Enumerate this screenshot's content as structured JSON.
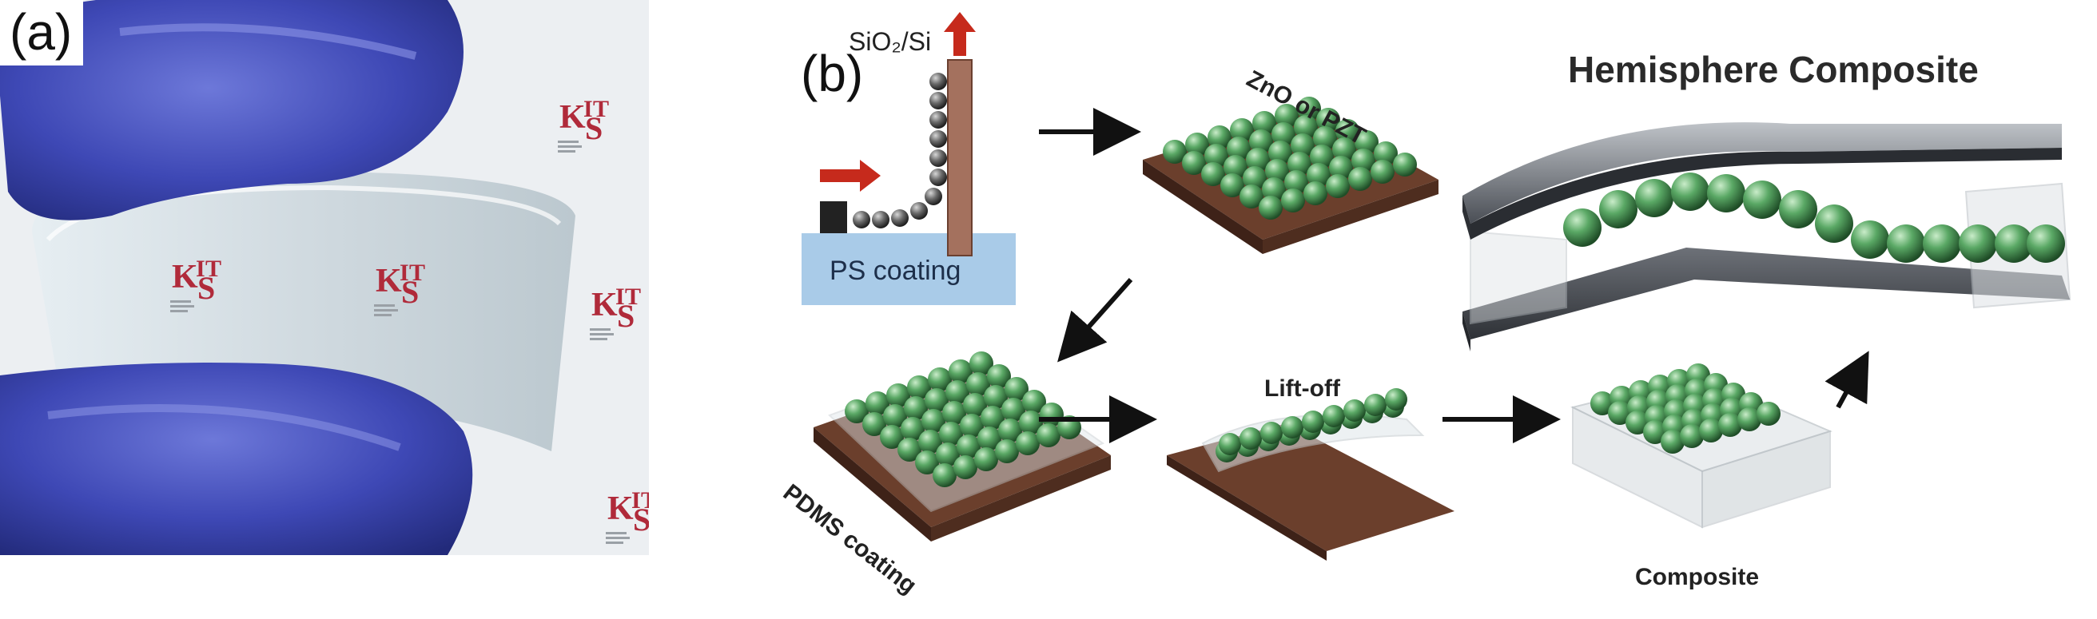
{
  "panel_a": {
    "label": "(a)",
    "logo_text": "KIST"
  },
  "panel_b": {
    "label": "(b)",
    "title": "Hemisphere Composite",
    "labels": {
      "substrate": "SiO₂/Si",
      "ps_coating": "PS coating",
      "material": "ZnO or PZT",
      "pdms_coating": "PDMS coating",
      "lift_off": "Lift-off",
      "composite": "Composite"
    }
  },
  "colors": {
    "glove_blue": "#3f49b8",
    "sphere_green": "#4f9a5c",
    "substrate_brown": "#5b3626",
    "ps_coating_blue": "#a9cbe8",
    "arrow_red": "#c62a1c",
    "kist_red": "#b02a3a"
  }
}
